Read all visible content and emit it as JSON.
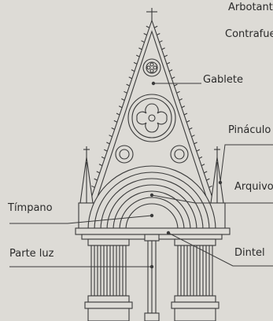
{
  "labels": {
    "arbotante": "Arbotante",
    "contrafuerte": "Contrafuerte",
    "gablete": "Gablete",
    "pinaculo": "Pináculo",
    "arquivolta": "Arquivolta",
    "timpano": "Tímpano",
    "parte_luz": "Parte luz",
    "dintel": "Dintel"
  }
}
